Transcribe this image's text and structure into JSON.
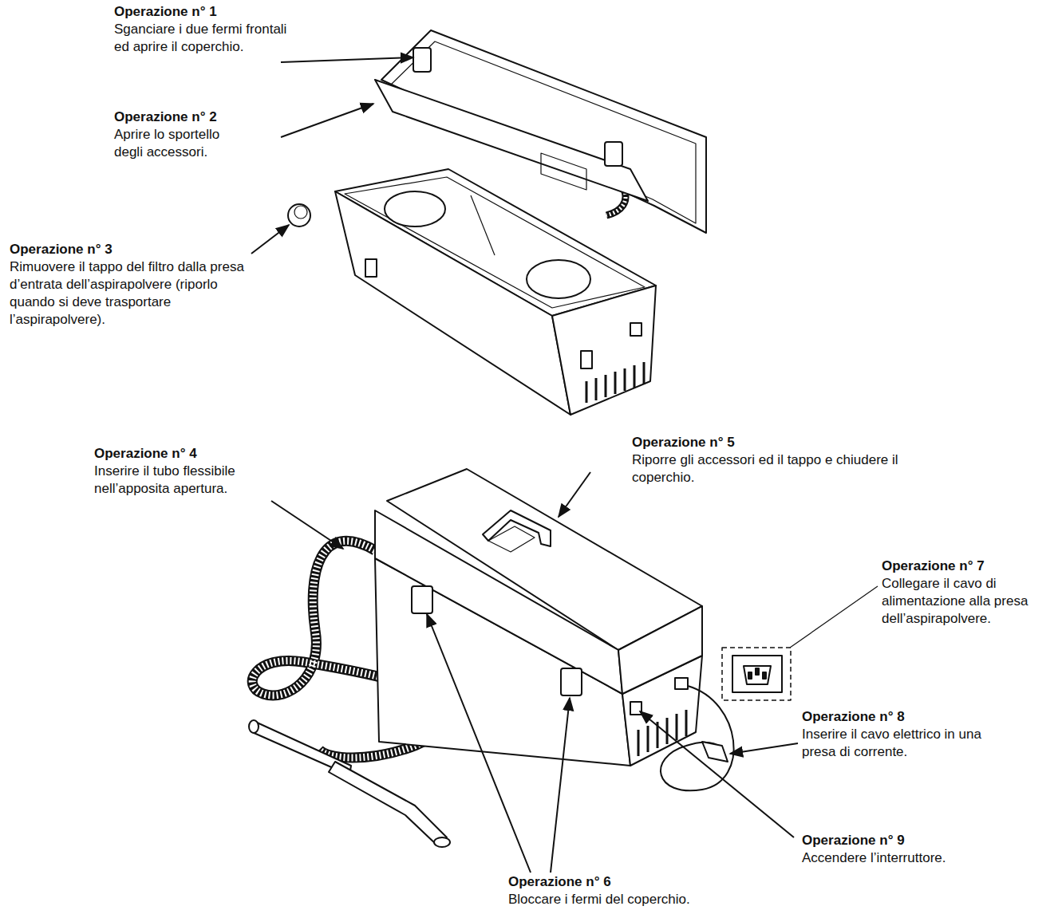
{
  "diagram": {
    "labels": [
      "Operazione n° 1",
      "Sganciare i due fermi frontali ed aprire il coperchio.",
      "Operazione n° 2",
      "Aprire lo sportello degli accessori.",
      "Operazione n° 3",
      "Rimuovere il tappo del filtro dalla presa d’entrata dell’aspirapolvere (riporlo quando si deve trasportare l’aspirapolvere).",
      "Operazione n° 4",
      "Inserire il tubo flessibile nell’apposita apertura.",
      "Operazione n° 5",
      "Riporre gli accessori ed il tappo e chiudere il coperchio.",
      "Operazione n° 7",
      "Collegare il cavo di alimentazione alla presa dell’aspirapolvere.",
      "Operazione n° 8",
      "Inserire il cavo elettrico in una presa di corrente.",
      "Operazione n° 9",
      "Accendere l’interruttore.",
      "Operazione n° 6",
      "Bloccare i fermi del coperchio."
    ]
  }
}
